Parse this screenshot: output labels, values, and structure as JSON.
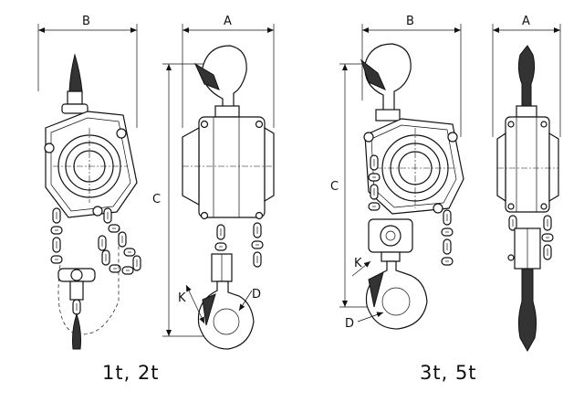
{
  "labels": {
    "left_group": {
      "front_width": "B",
      "side_width": "A",
      "height": "C",
      "hook_k": "K",
      "hook_d": "D",
      "caption": "1t, 2t"
    },
    "right_group": {
      "front_width": "B",
      "side_width": "A",
      "height": "C",
      "hook_k": "K",
      "hook_d": "D",
      "caption": "3t, 5t"
    }
  }
}
